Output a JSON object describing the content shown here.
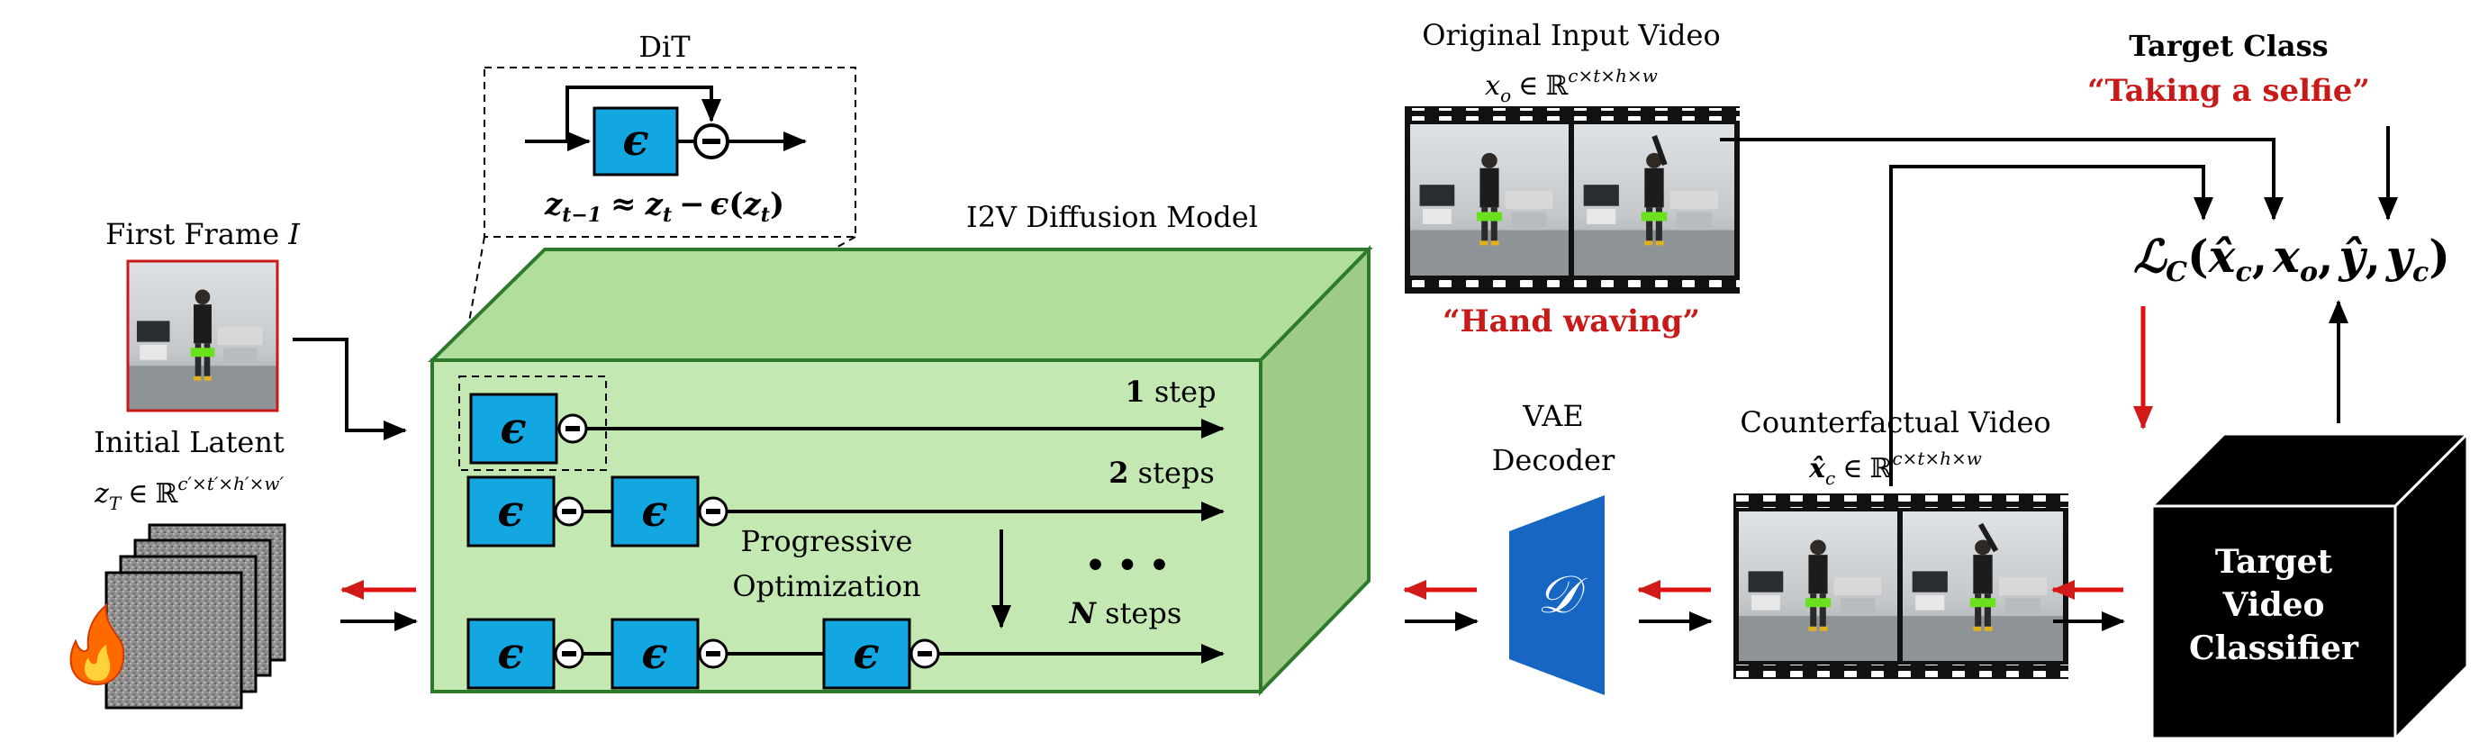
{
  "dit": {
    "title": "DiT",
    "formula": "z",
    "formula_sub1": "t−1",
    "formula_approx": "≈",
    "formula_z": "z",
    "formula_sub2": "t",
    "formula_minus": "−",
    "formula_eps": "ϵ",
    "formula_arg_open": "(",
    "formula_arg_z": "z",
    "formula_arg_sub": "t",
    "formula_arg_close": ")"
  },
  "first_frame": {
    "label": "First Frame",
    "var": "I"
  },
  "initial_latent": {
    "label": "Initial Latent",
    "var": "z",
    "sub": "T",
    "in": "∈",
    "space": "ℝ",
    "dims": "c′×t′×h′×w′"
  },
  "diffusion": {
    "title": "I2V Diffusion Model",
    "eps": "ϵ",
    "minus": "−",
    "step1_num": "1",
    "step1_txt": " step",
    "step2_num": "2",
    "step2_txt": " steps",
    "stepN_num": "N",
    "stepN_txt": " steps",
    "dots": "• • •",
    "progressive_line1": "Progressive",
    "progressive_line2": "Optimization"
  },
  "vae": {
    "line1": "VAE",
    "line2": "Decoder",
    "symbol": "𝒟"
  },
  "original_video": {
    "title": "Original Input Video",
    "var": "x",
    "sub": "o",
    "in": "∈",
    "space": "ℝ",
    "dims": "c×t×h×w",
    "class_label": "“Hand waving”"
  },
  "counterfactual_video": {
    "title": "Counterfactual Video",
    "var": "x̂",
    "sub": "c",
    "in": "∈",
    "space": "ℝ",
    "dims": "c×t×h×w"
  },
  "target_class": {
    "title": "Target Class",
    "value": "“Taking a selfie”"
  },
  "loss": {
    "L": "ℒ",
    "Lsub": "C",
    "open": "(",
    "x_hat": "x̂",
    "x_hat_sub": "c",
    "comma1": ",",
    "x": "x",
    "x_sub": "o",
    "comma2": ",",
    "y_hat": "ŷ",
    "comma3": ",",
    "y": "y",
    "y_sub": "c",
    "close": ")"
  },
  "classifier": {
    "line1": "Target",
    "line2": "Video",
    "line3": "Classifier"
  },
  "colors": {
    "accent_red": "#c91a1a",
    "eps_blue": "#12a7e0",
    "vae_blue": "#1766c3",
    "box_green": "#c3e8b1",
    "box_green_side": "#9ecb85",
    "box_green_top": "#b2de9b",
    "box_border": "#2d7a2d"
  }
}
